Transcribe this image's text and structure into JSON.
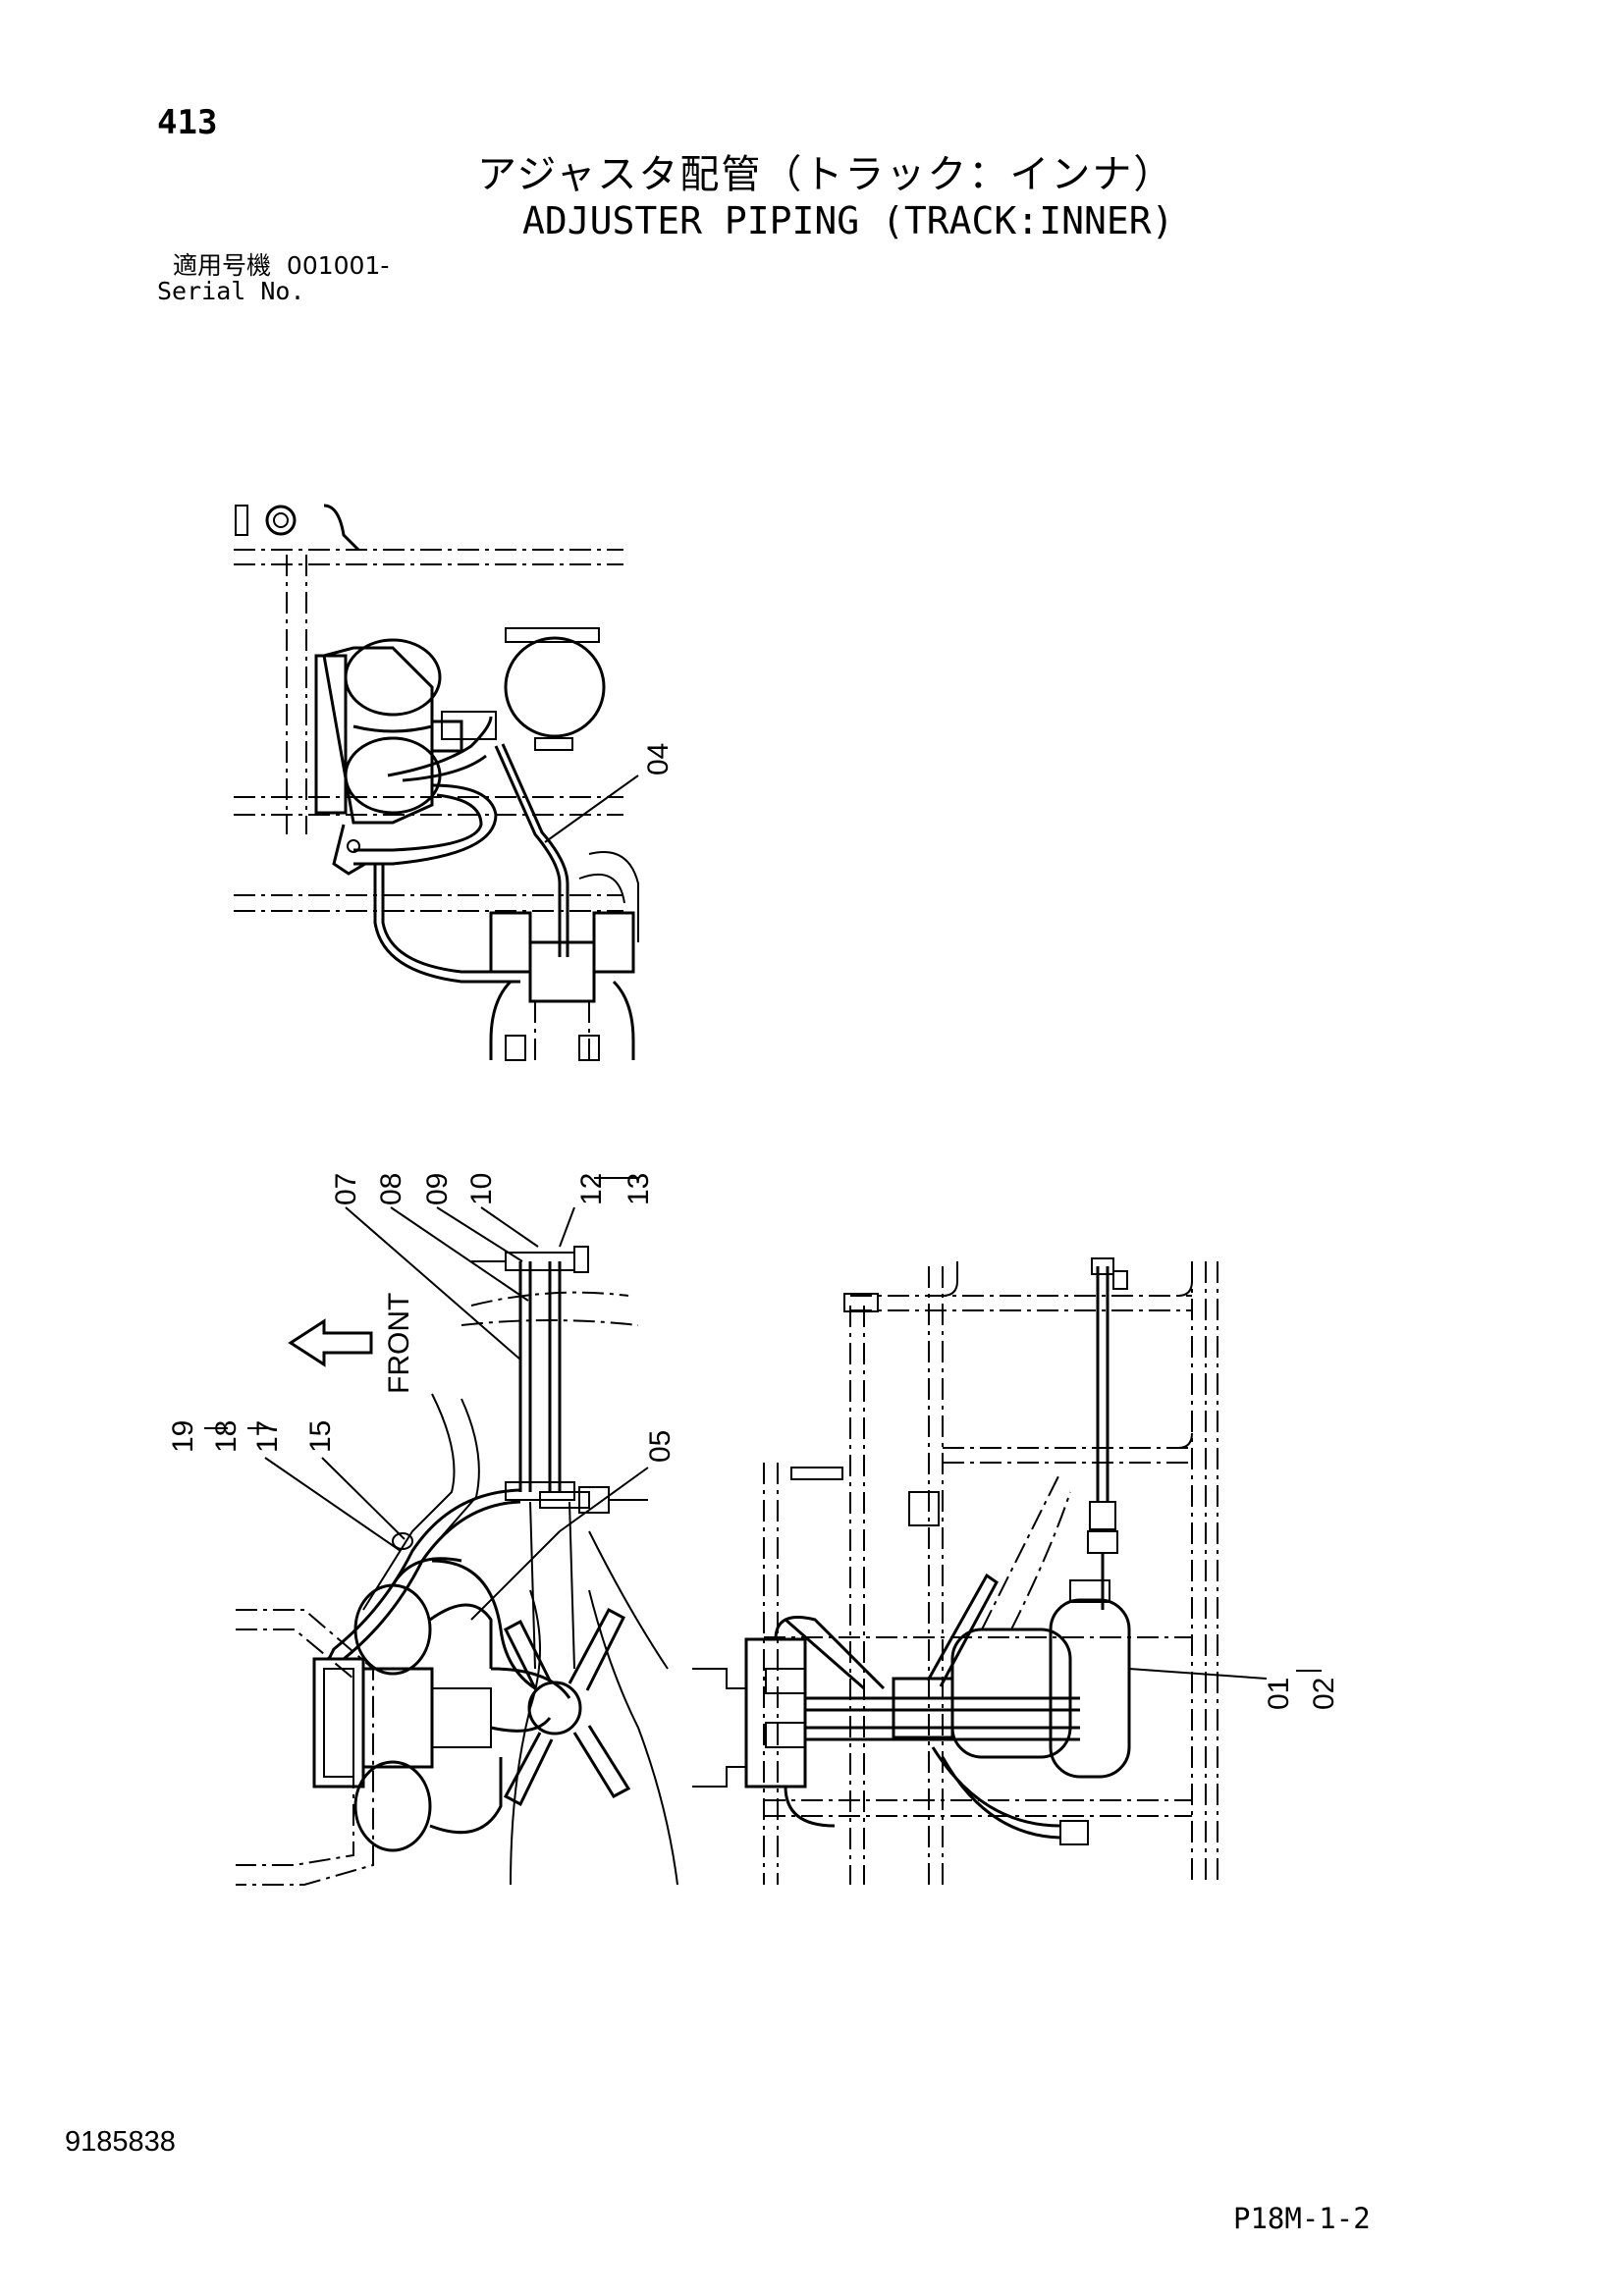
{
  "header": {
    "page_number": "413",
    "title_jp": "アジャスタ配管（トラック：インナ）",
    "title_en": "ADJUSTER PIPING (TRACK:INNER)",
    "serial_label_jp": "適用号機",
    "serial_value": "001001-",
    "serial_label_en": "Serial No."
  },
  "diagram": {
    "direction_label": "FRONT",
    "callouts": {
      "c04": "04",
      "c07": "07",
      "c08": "08",
      "c09": "09",
      "c10": "10",
      "c12": "12",
      "c13": "13",
      "c05": "05",
      "c19": "19",
      "c18": "18",
      "c17": "17",
      "c15": "15",
      "c01": "01",
      "c02": "02"
    }
  },
  "footer": {
    "doc_number": "9185838",
    "page_ref": "P18M-1-2"
  }
}
